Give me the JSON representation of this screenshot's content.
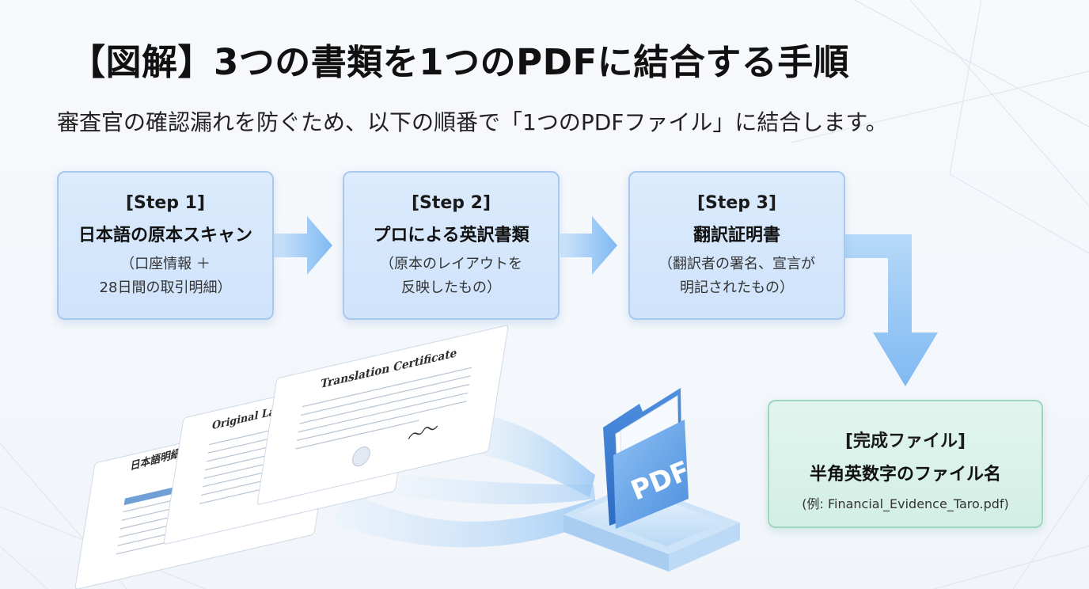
{
  "title": "【図解】3つの書類を1つのPDFに結合する手順",
  "subtitle": "審査官の確認漏れを防ぐため、以下の順番で「1つのPDFファイル」に結合します。",
  "steps": [
    {
      "label": "[Step 1]",
      "name": "日本語の原本スキャン",
      "desc1": "（口座情報 ＋",
      "desc2": "28日間の取引明細）"
    },
    {
      "label": "[Step 2]",
      "name": "プロによる英訳書類",
      "desc1": "（原本のレイアウトを",
      "desc2": "反映したもの）"
    },
    {
      "label": "[Step 3]",
      "name": "翻訳証明書",
      "desc1": "（翻訳者の署名、宣言が",
      "desc2": "明記されたもの）"
    }
  ],
  "final": {
    "label": "[完成ファイル]",
    "name": "半角英数字のファイル名",
    "example": "(例: Financial_Evidence_Taro.pdf)"
  },
  "illustration": {
    "doc1_title": "日本語明細書",
    "doc2_title": "Original Layout",
    "doc3_title": "Translation Certificate",
    "pdf_label": "PDF"
  },
  "colors": {
    "step_bg": "#d6e8fc",
    "step_border": "#a9c8ee",
    "final_bg": "#dbf2ea",
    "final_border": "#9fd6c2",
    "arrow": "#8ec3f5"
  }
}
